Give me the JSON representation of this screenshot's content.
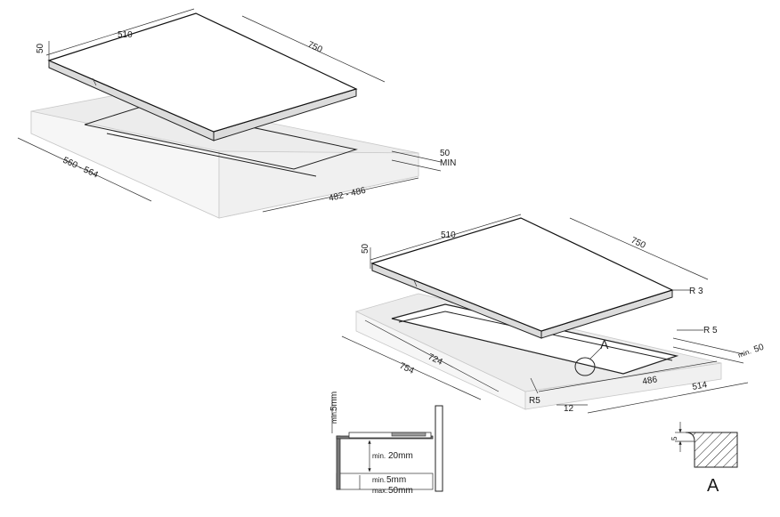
{
  "top_diagram": {
    "hob_depth": "510",
    "hob_width": "750",
    "hob_thickness": "50",
    "cutout_depth": "560 - 564",
    "cutout_width": "482 - 486",
    "clearance_value": "50",
    "clearance_label": "MIN"
  },
  "bottom_diagram": {
    "hob_depth": "510",
    "hob_width": "750",
    "hob_thickness": "50",
    "corner_radius_hob": "R 3",
    "corner_radius_cutout": "R 5",
    "clearance_prefix": "min.",
    "clearance_value": "50",
    "outer_depth": "754",
    "inner_depth": "724",
    "inner_width": "486",
    "outer_width": "514",
    "edge_offset": "12",
    "bottom_radius": "R5",
    "detail_marker": "A"
  },
  "section_detail": {
    "top_gap_prefix": "min.",
    "top_gap_value": "5mm",
    "below_prefix": "min.",
    "below_value": "20mm",
    "range_min_prefix": "min.",
    "range_min_value": "5mm",
    "range_max_prefix": "max.",
    "range_max_value": "50mm"
  },
  "detail_a": {
    "dimension": "5",
    "label": "A"
  }
}
